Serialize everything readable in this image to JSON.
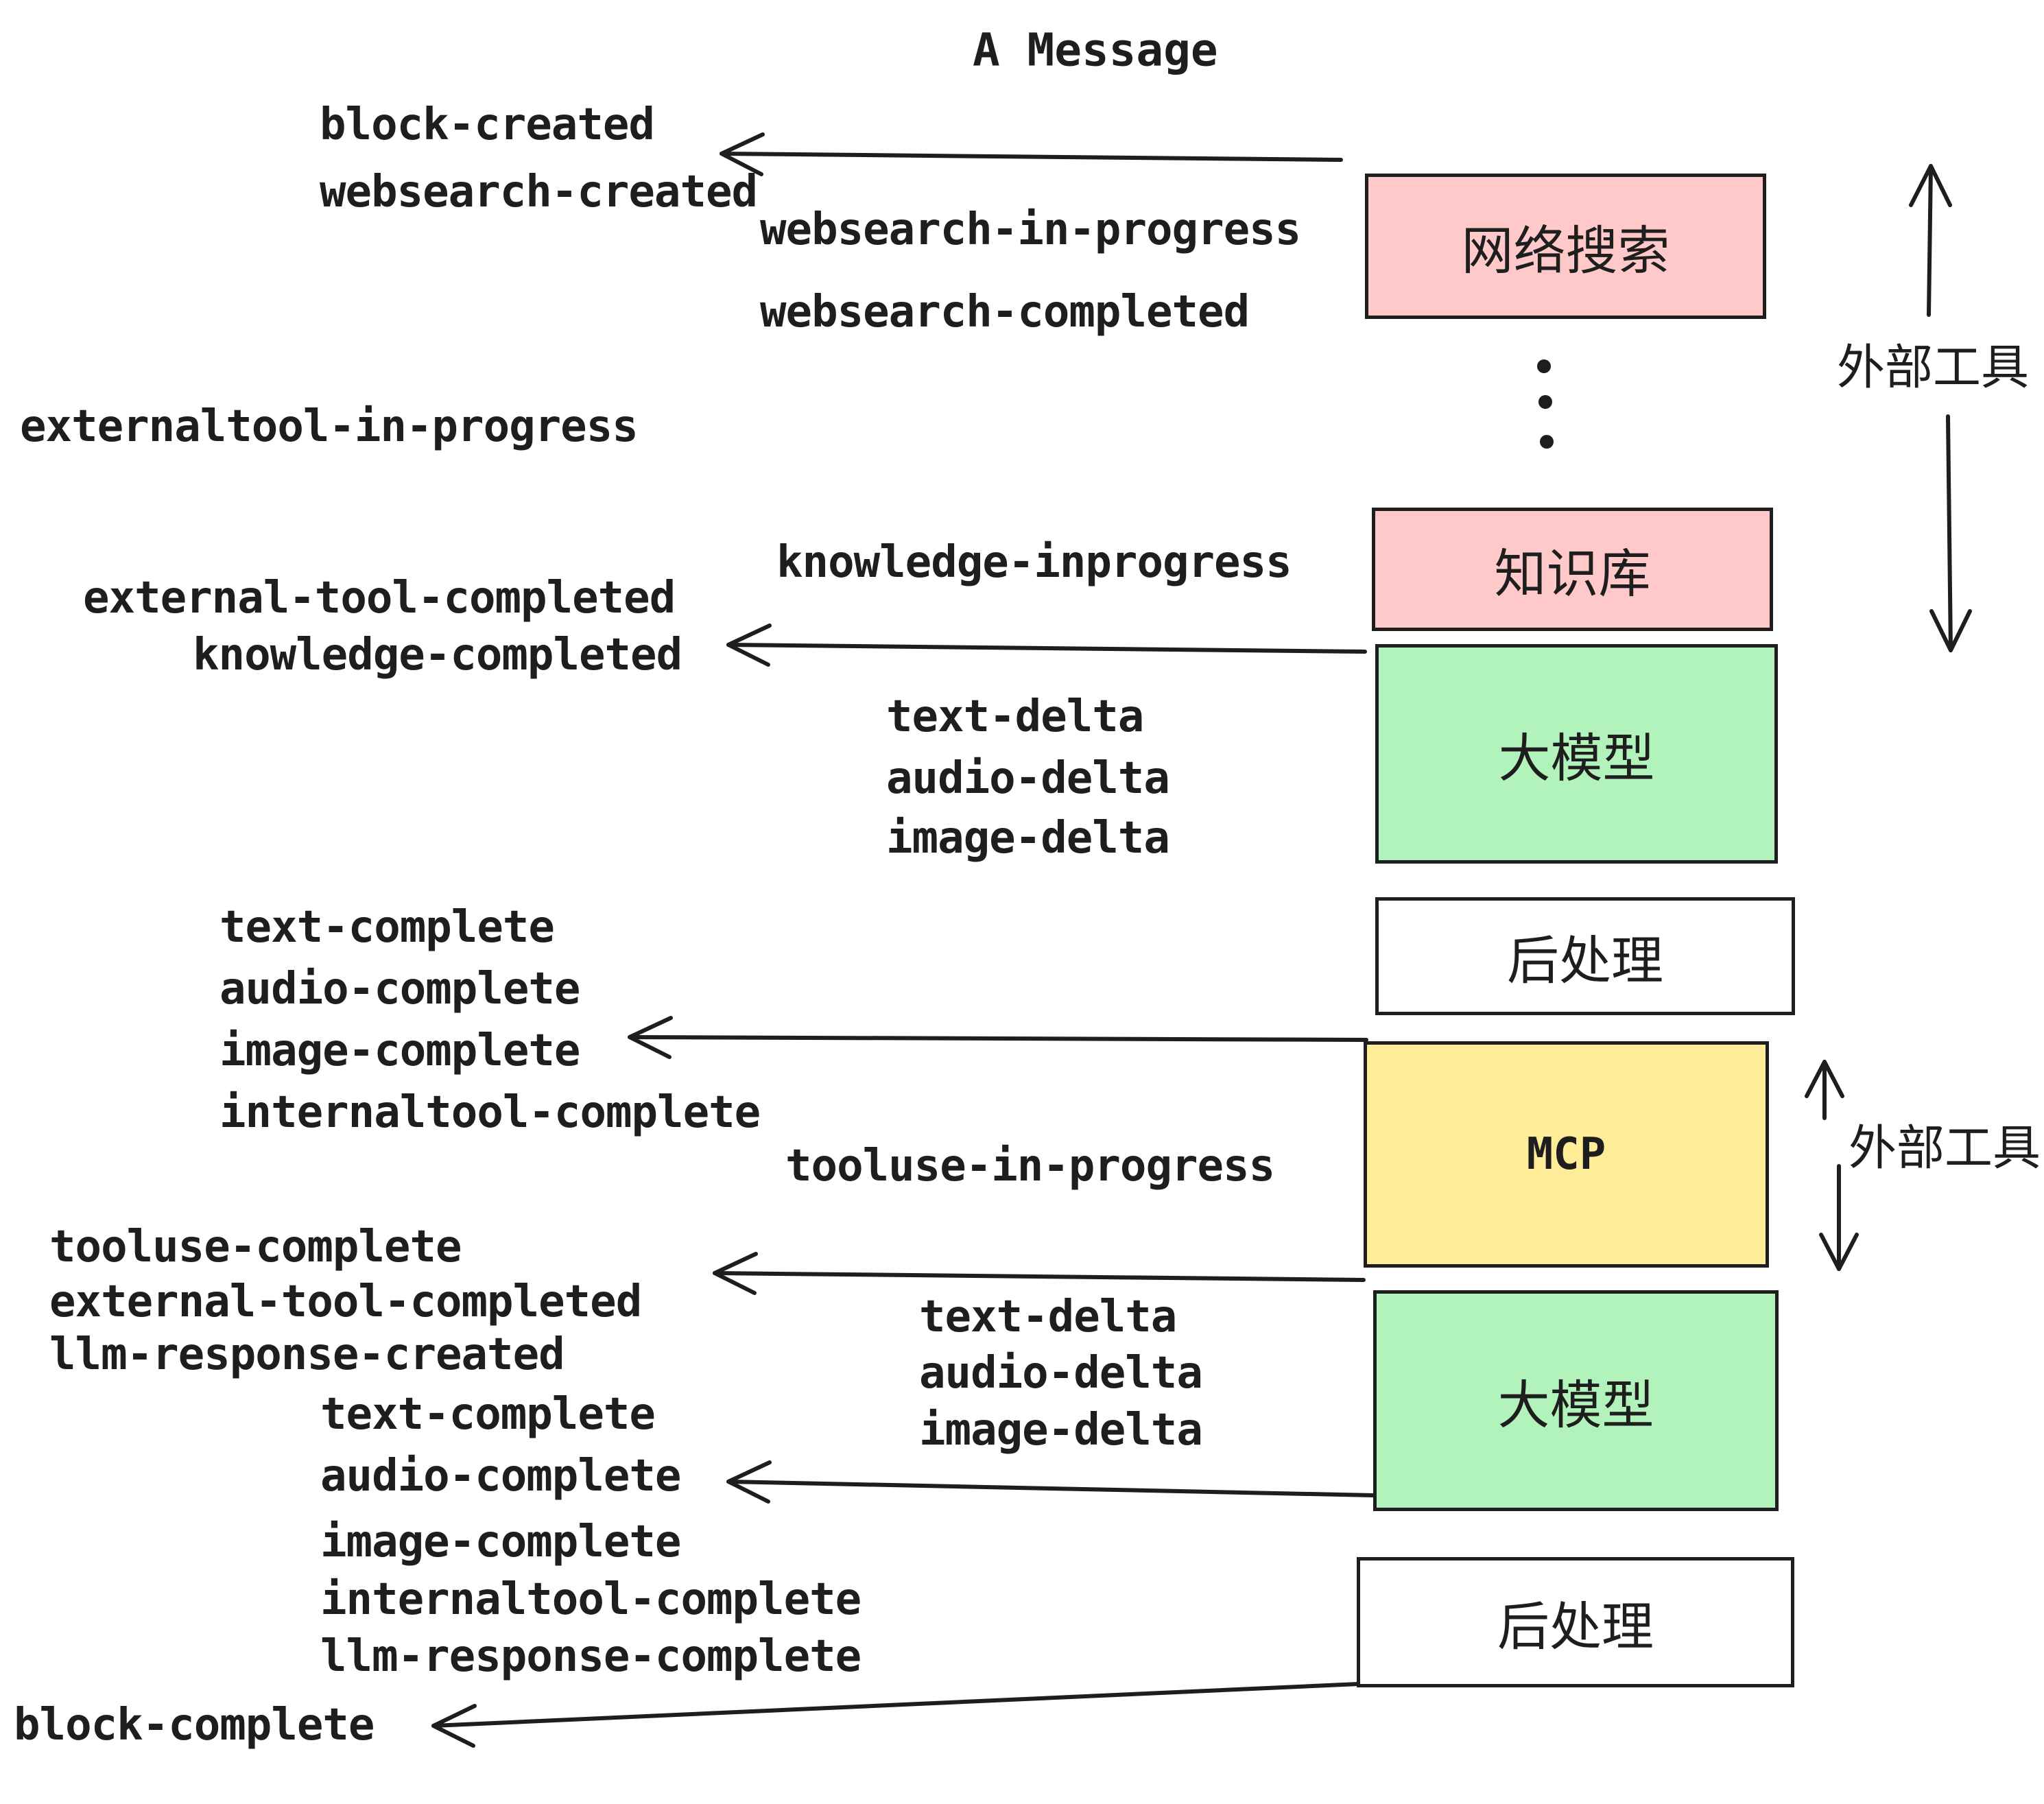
{
  "title": "A Message",
  "boxes": {
    "websearch": "网络搜索",
    "knowledge": "知识库",
    "llm": "大模型",
    "postprocess": "后处理",
    "mcp": "MCP"
  },
  "events": {
    "block_created": "block-created",
    "websearch_created": "websearch-created",
    "websearch_in_progress": "websearch-in-progress",
    "websearch_completed": "websearch-completed",
    "externaltool_in_progress": "externaltool-in-progress",
    "knowledge_inprogress": "knowledge-inprogress",
    "external_tool_completed": "external-tool-completed",
    "knowledge_completed": "knowledge-completed",
    "text_delta": "text-delta",
    "audio_delta": "audio-delta",
    "image_delta": "image-delta",
    "text_complete": "text-complete",
    "audio_complete": "audio-complete",
    "image_complete": "image-complete",
    "internaltool_complete": "internaltool-complete",
    "tooluse_in_progress": "tooluse-in-progress",
    "tooluse_complete": "tooluse-complete",
    "llm_response_created": "llm-response-created",
    "llm_response_complete": "llm-response-complete",
    "block_complete": "block-complete"
  },
  "annotations": {
    "external_tools": "外部工具"
  },
  "colors": {
    "box_pink": "#ffc9c9",
    "box_green": "#b2f2bb",
    "box_yellow": "#ffec99",
    "box_white": "#ffffff",
    "stroke": "#1e1e1e",
    "background": "#ffffff"
  }
}
